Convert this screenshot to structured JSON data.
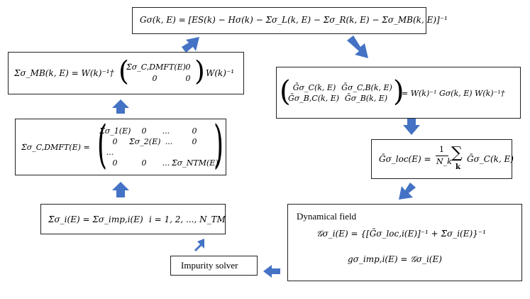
{
  "colors": {
    "arrow": "#4472C4",
    "border": "#222222",
    "background": "#ffffff"
  },
  "boxes": {
    "green_function": {
      "equation": "Gσ(k, E) = [ES(k) − Hσ(k) − Σσ_L(k, E) − Σσ_R(k, E) − Σσ_MB(k, E)]⁻¹"
    },
    "sigma_mb": {
      "lhs": "Σσ_MB(k, E) = W(k)⁻¹†",
      "matrix": [
        [
          "Σ̄σ_C,DMFT(E)",
          "0"
        ],
        [
          "0",
          "0"
        ]
      ],
      "rhs": "W(k)⁻¹"
    },
    "sigma_dmft": {
      "lhs": "Σ̄σ_C,DMFT(E) =",
      "matrix": [
        [
          "Σ̄σ_1(E)",
          "0",
          "...",
          "0"
        ],
        [
          "0",
          "Σ̄σ_2(E)",
          "...",
          "0"
        ],
        [
          "...",
          "",
          "",
          ""
        ],
        [
          "0",
          "0",
          "...",
          "Σ̄σ_NTM(E)"
        ]
      ]
    },
    "sigma_imp": {
      "equation": "Σ̄σ_i(E) = Σσ_imp,i(E)",
      "range": "i = 1, 2, ..., N_TM"
    },
    "impurity_solver": {
      "label": "Impurity solver"
    },
    "transformed_g": {
      "matrix": [
        [
          "Ḡσ_C(k, E)",
          "Ḡσ_C,B(k, E)"
        ],
        [
          "Ḡσ_B,C(k, E)",
          "Ḡσ_B(k, E)"
        ]
      ],
      "rhs": "= W(k)⁻¹ Gσ(k, E) W(k)⁻¹†"
    },
    "g_loc": {
      "lhs": "Ḡσ_loc(E) =",
      "frac_num": "1",
      "frac_den": "N_k",
      "sum": "∑",
      "sum_sub": "k",
      "rhs": "Ḡσ_C(k, E)"
    },
    "dynamical_field": {
      "title": "Dynamical field",
      "eq1": "𝒢σ_i(E) = {[Ḡσ_loc,i(E)]⁻¹ + Σ̄σ_i(E)}⁻¹",
      "eq2": "gσ_imp,i(E) = 𝒢σ_i(E)"
    }
  }
}
